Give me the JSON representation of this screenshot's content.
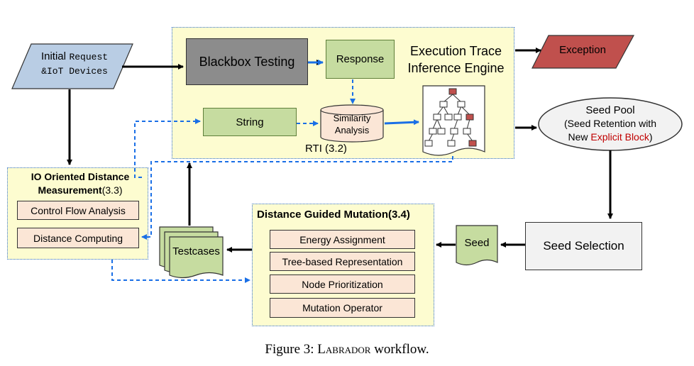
{
  "input": {
    "prefix": "Initial",
    "mono1": "Request",
    "mono2": "&IoT Devices"
  },
  "blackbox": {
    "label": "Blackbox Testing"
  },
  "response": {
    "label": "Response"
  },
  "engine": {
    "line1": "Execution Trace",
    "line2": "Inference Engine"
  },
  "exception": {
    "label": "Exception"
  },
  "string_box": {
    "label": "String"
  },
  "similarity": {
    "line1": "Similarity",
    "line2": "Analysis"
  },
  "rti": {
    "label": "RTI (3.2)"
  },
  "seed_pool": {
    "title": "Seed Pool",
    "line2": "(Seed Retention with",
    "line3_prefix": "New ",
    "line3_highlight": "Explicit Block",
    "line3_suffix": ")"
  },
  "io_distance": {
    "title_line1": "IO Oriented Distance",
    "title_line2": "Measurement",
    "title_section": "(3.3)",
    "items": [
      "Control Flow Analysis",
      "Distance Computing"
    ]
  },
  "mutation": {
    "title": "Distance Guided Mutation(3.4)",
    "items": [
      "Energy Assignment",
      "Tree-based Representation",
      "Node Prioritization",
      "Mutation Operator"
    ]
  },
  "testcases": {
    "label": "Testcases"
  },
  "seed": {
    "label": "Seed"
  },
  "seed_selection": {
    "label": "Seed Selection"
  },
  "caption": {
    "prefix": "Figure 3: ",
    "name": "Labrador",
    "suffix": " workflow."
  },
  "colors": {
    "blue_arrow": "#1a6fe6",
    "region_fill": "#fdfcd0",
    "green": "#c6dca0",
    "pink": "#fbe6d6",
    "exception": "#c0504d",
    "input": "#b9cde4",
    "highlight": "#c00000"
  }
}
